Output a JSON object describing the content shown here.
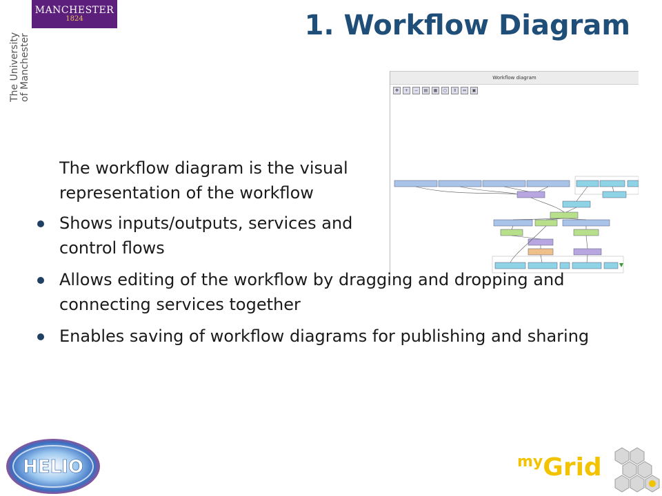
{
  "branding": {
    "manchester_name": "MANCHESTER",
    "manchester_year": "1824",
    "university_line1": "The University",
    "university_line2": "of Manchester",
    "helio_text": "HELIO",
    "mygrid_my": "my",
    "mygrid_grid": "Grid",
    "colors": {
      "manchester_purple": "#5c1f7b",
      "title_blue": "#1f4e79",
      "mygrid_yellow": "#f2c300"
    }
  },
  "slide": {
    "title": "1. Workflow Diagram",
    "intro": "The workflow diagram is the visual representation of the workflow",
    "bullets": [
      "Shows inputs/outputs, services and control flows",
      "Allows editing of the workflow by dragging and dropping and connecting services together",
      "Enables saving of workflow diagrams for publishing and sharing"
    ]
  },
  "screenshot": {
    "panel_title": "Workflow diagram",
    "toolbar_icons": [
      "move-icon",
      "zoom-in-icon",
      "zoom-out-icon",
      "layout-icon",
      "grid-icon",
      "circle-icon",
      "expand-icon",
      "collapse-icon",
      "image-icon"
    ]
  }
}
